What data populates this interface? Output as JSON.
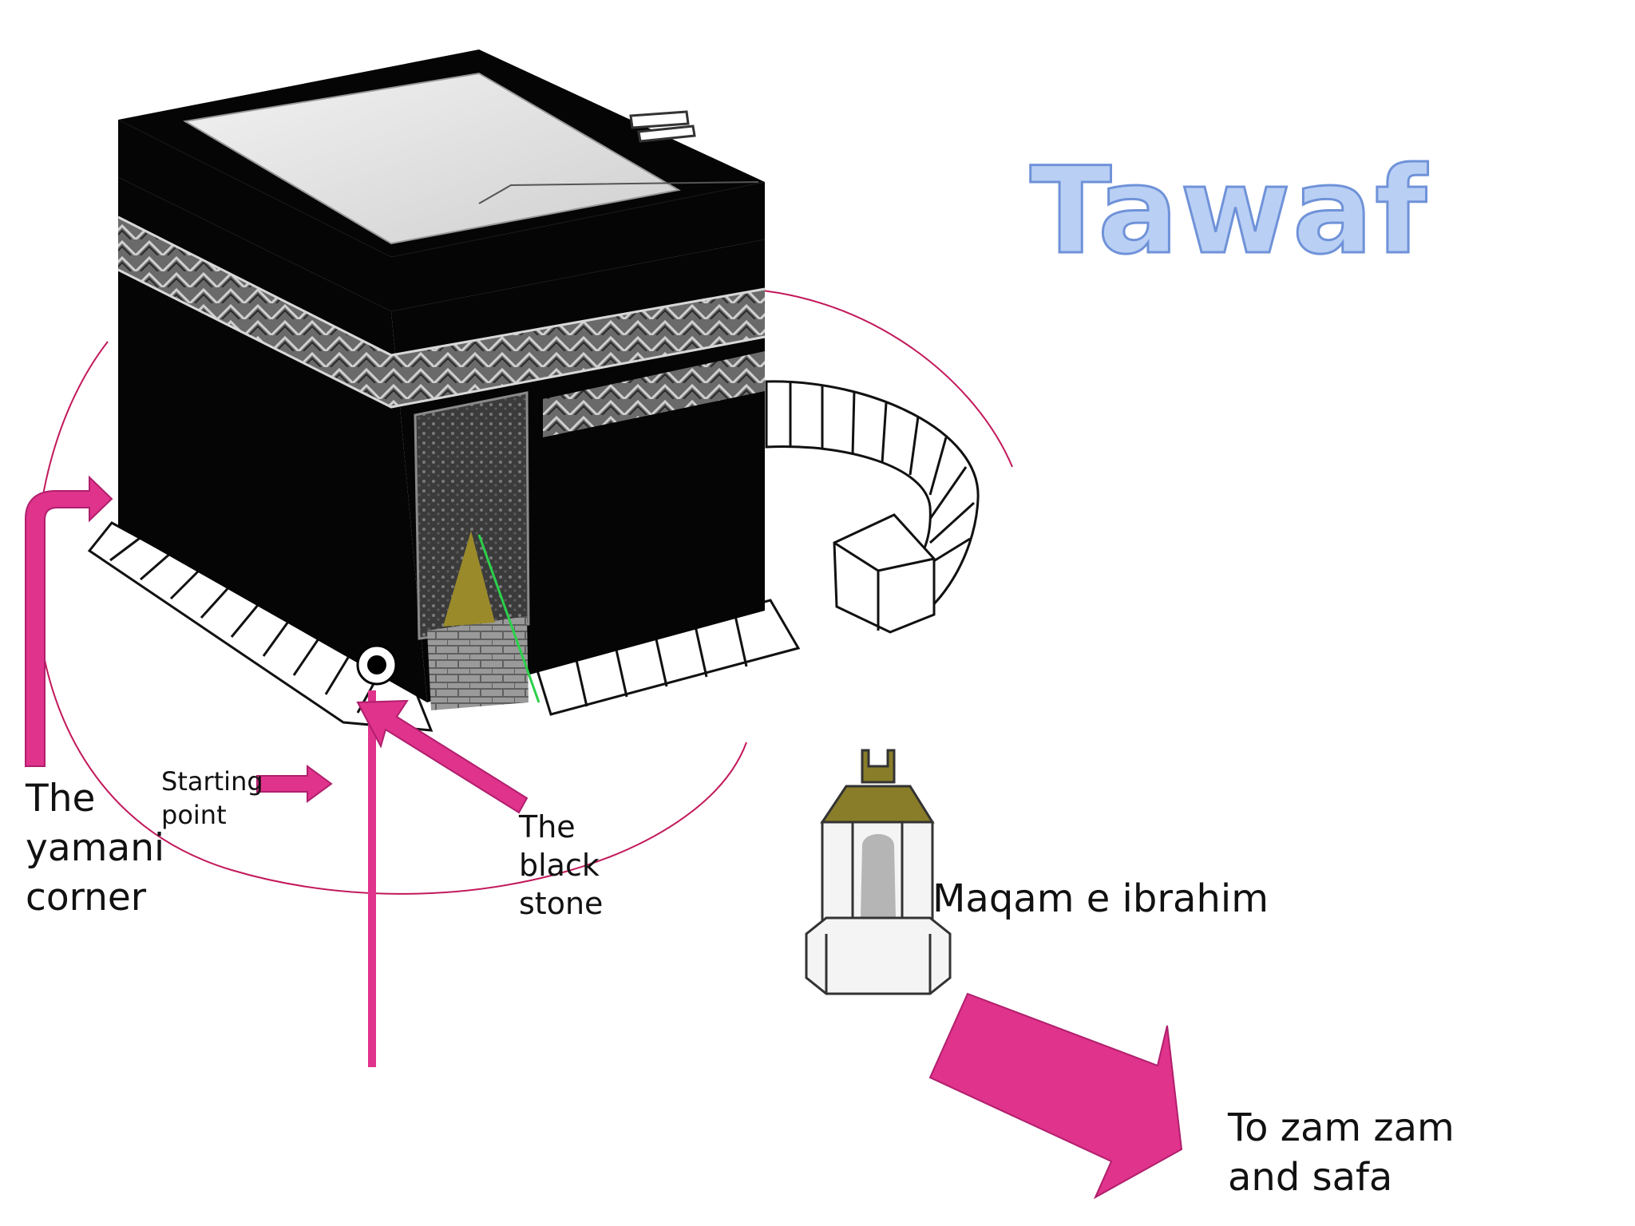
{
  "title": "Tawaf",
  "labels": {
    "yamani_corner": "The\nyamani\ncorner",
    "starting_point": "Starting\npoint",
    "black_stone": "The\nblack\nstone",
    "maqam_ibrahim": "Maqam e ibrahim",
    "zamzam_safa": "To zam zam\nand safa"
  },
  "colors": {
    "arrow": "#e0338b",
    "circuit_line": "#c2185b",
    "title_fill": "#b9cff4",
    "title_stroke": "#6f92d8",
    "kaaba": "#050505",
    "kaaba_roof": "#e2e2e2",
    "maqam_roof": "#8a7d2a"
  }
}
